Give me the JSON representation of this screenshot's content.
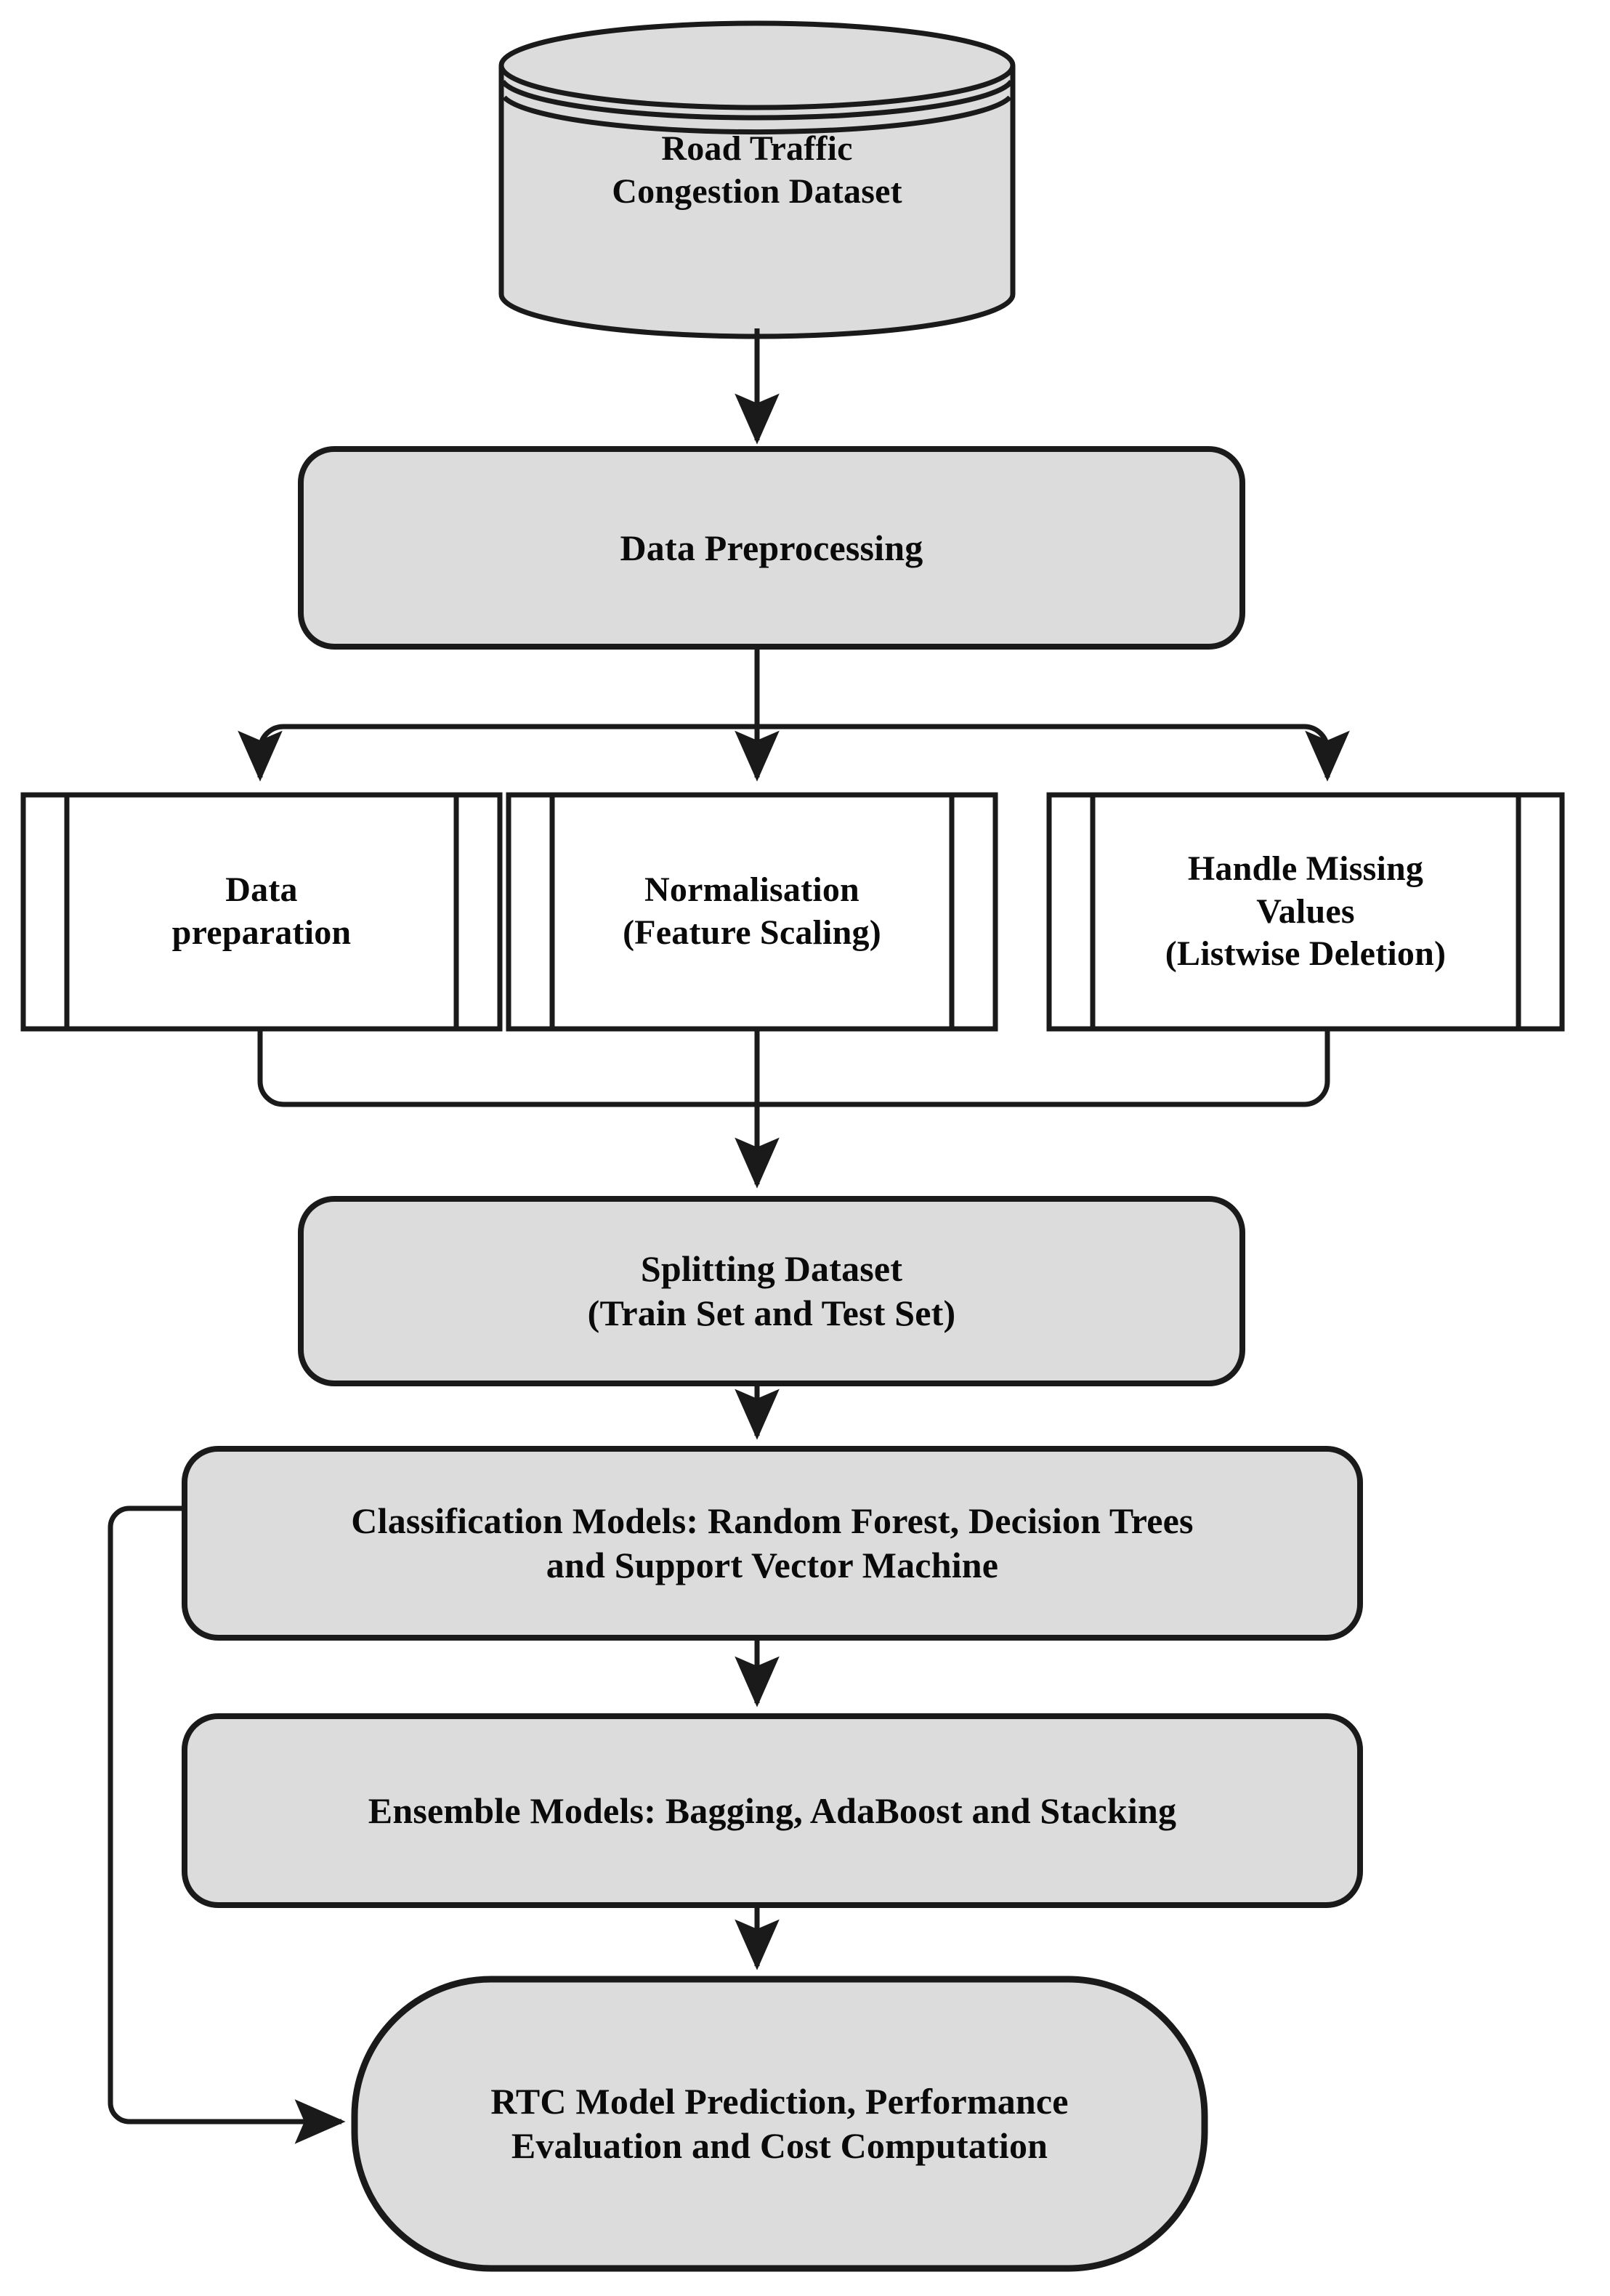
{
  "diagram": {
    "title": "Road Traffic Congestion Machine Learning Pipeline Flowchart",
    "orientation": "top-to-bottom",
    "colors": {
      "node_fill": "#dcdcdc",
      "node_fill_white": "#ffffff",
      "stroke": "#1a1a1a",
      "text": "#0a0a0a",
      "background": "#ffffff"
    },
    "nodes": [
      {
        "id": "dataset",
        "shape": "cylinder",
        "label": "Road Traffic\nCongestion Dataset",
        "fill": "#dcdcdc",
        "font_size": 48
      },
      {
        "id": "preprocessing",
        "shape": "rounded-rectangle",
        "label": "Data Preprocessing",
        "fill": "#dcdcdc",
        "font_size": 50
      },
      {
        "id": "data-preparation",
        "shape": "predefined-process",
        "label": "Data\npreparation",
        "fill": "#ffffff",
        "font_size": 48
      },
      {
        "id": "normalisation",
        "shape": "predefined-process",
        "label": "Normalisation\n(Feature Scaling)",
        "fill": "#ffffff",
        "font_size": 48
      },
      {
        "id": "missing-values",
        "shape": "predefined-process",
        "label": "Handle Missing\nValues\n(Listwise Deletion)",
        "fill": "#ffffff",
        "font_size": 48
      },
      {
        "id": "splitting",
        "shape": "rounded-rectangle",
        "label": "Splitting Dataset\n(Train Set and Test Set)",
        "fill": "#dcdcdc",
        "font_size": 50
      },
      {
        "id": "classification-models",
        "shape": "rounded-rectangle",
        "label": "Classification Models: Random Forest, Decision Trees\nand Support Vector Machine",
        "fill": "#dcdcdc",
        "font_size": 50
      },
      {
        "id": "ensemble-models",
        "shape": "rounded-rectangle",
        "label": "Ensemble Models: Bagging, AdaBoost and Stacking",
        "fill": "#dcdcdc",
        "font_size": 50
      },
      {
        "id": "rtc-prediction",
        "shape": "terminator",
        "label": "RTC Model Prediction, Performance\nEvaluation and Cost Computation",
        "fill": "#dcdcdc",
        "font_size": 50
      }
    ],
    "edges": [
      {
        "from": "dataset",
        "to": "preprocessing",
        "type": "arrow-down"
      },
      {
        "from": "preprocessing",
        "to": "data-preparation",
        "type": "fork-left-arrow-down"
      },
      {
        "from": "preprocessing",
        "to": "normalisation",
        "type": "arrow-down"
      },
      {
        "from": "preprocessing",
        "to": "missing-values",
        "type": "fork-right-arrow-down"
      },
      {
        "from": "data-preparation",
        "to": "splitting",
        "type": "merge-arrow-down"
      },
      {
        "from": "normalisation",
        "to": "splitting",
        "type": "arrow-down"
      },
      {
        "from": "missing-values",
        "to": "splitting",
        "type": "merge-arrow-down"
      },
      {
        "from": "splitting",
        "to": "classification-models",
        "type": "arrow-down"
      },
      {
        "from": "classification-models",
        "to": "ensemble-models",
        "type": "arrow-down"
      },
      {
        "from": "ensemble-models",
        "to": "rtc-prediction",
        "type": "arrow-down"
      },
      {
        "from": "classification-models",
        "to": "rtc-prediction",
        "type": "bypass-left-arrow-right"
      }
    ]
  }
}
